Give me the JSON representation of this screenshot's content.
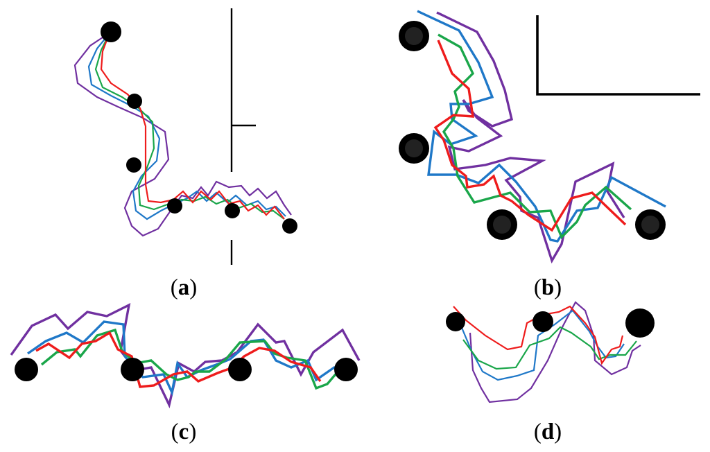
{
  "panels": [
    {
      "id": "a",
      "label": "a"
    },
    {
      "id": "b",
      "label": "b"
    },
    {
      "id": "c",
      "label": "c"
    },
    {
      "id": "d",
      "label": "d"
    }
  ],
  "colors": {
    "purple": "#7030a0",
    "blue": "#1f78c8",
    "green": "#1aa64a",
    "red": "#ee1c1c",
    "marker": "#000000"
  }
}
